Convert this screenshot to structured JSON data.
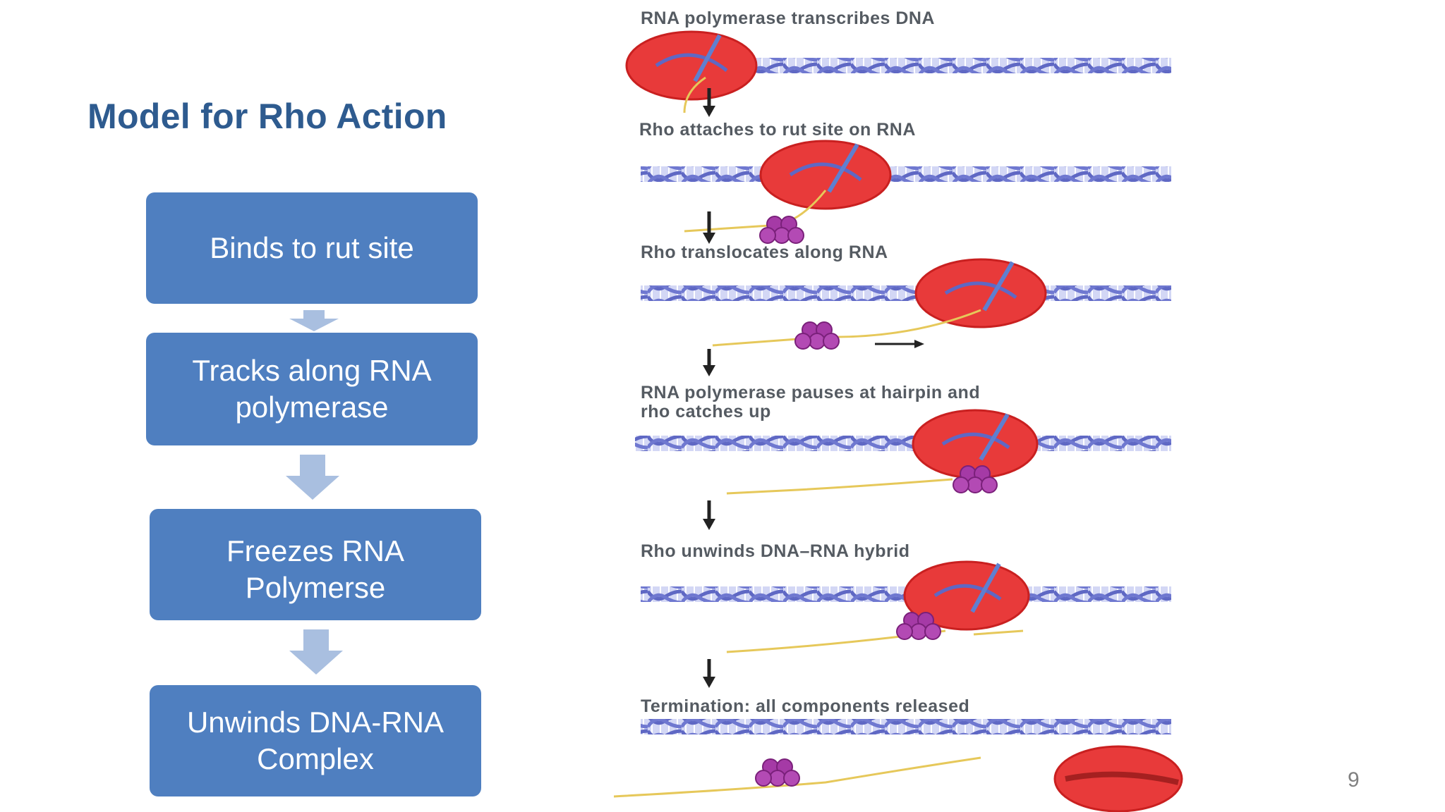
{
  "slide": {
    "title": "Model for Rho Action",
    "steps": [
      {
        "label": "Binds to rut site"
      },
      {
        "label": "Tracks along RNA polymerase"
      },
      {
        "label": "Freezes RNA Polymerse"
      },
      {
        "label": "Unwinds DNA-RNA Complex"
      }
    ],
    "page_number": "9"
  },
  "diagram": {
    "labels": [
      "RNA polymerase transcribes DNA",
      "Rho attaches to rut site on RNA",
      "Rho translocates along RNA",
      "RNA polymerase pauses at hairpin and",
      "rho catches up",
      "Rho unwinds DNA–RNA hybrid",
      "Termination: all components released"
    ]
  },
  "colors": {
    "title": "#2e5b8f",
    "box": "#4f7fc0",
    "flow_arrow": "#a9bfe0",
    "dna": "#6d79cc",
    "polymerase": "#e83a3a",
    "rho": "#a53aa6",
    "rna": "#e6c85a"
  },
  "icons": [
    "down-arrow-icon",
    "right-arrow-icon"
  ]
}
